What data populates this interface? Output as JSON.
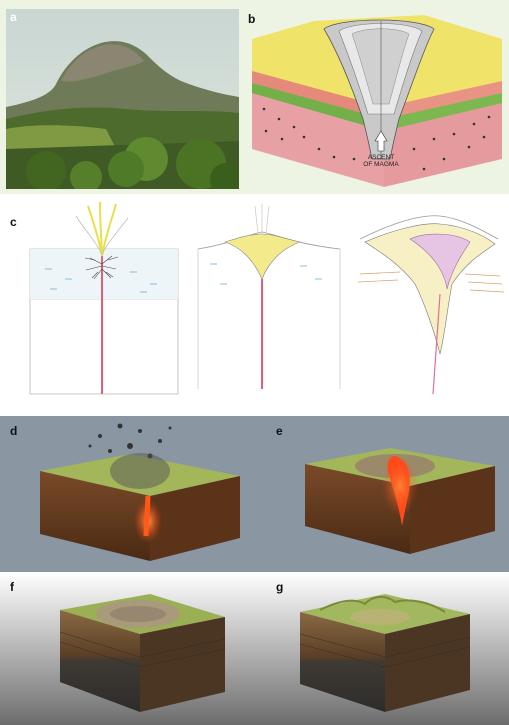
{
  "panels": {
    "a": {
      "label": "a"
    },
    "b": {
      "label": "b",
      "caption_line1": "ASCENT",
      "caption_line2": "OF MAGMA"
    },
    "c": {
      "label": "c"
    },
    "d": {
      "label": "d"
    },
    "e": {
      "label": "e"
    },
    "f": {
      "label": "f"
    },
    "g": {
      "label": "g"
    }
  },
  "colors": {
    "background": "#eef4e4",
    "magma": "#e8401a",
    "grass": "#8aa845",
    "soil": "#6b3f22",
    "bedrock_pink": "#e7a1a4",
    "tuff_yellow": "#f0e36a",
    "sky_d_e": "#8a97a3"
  }
}
